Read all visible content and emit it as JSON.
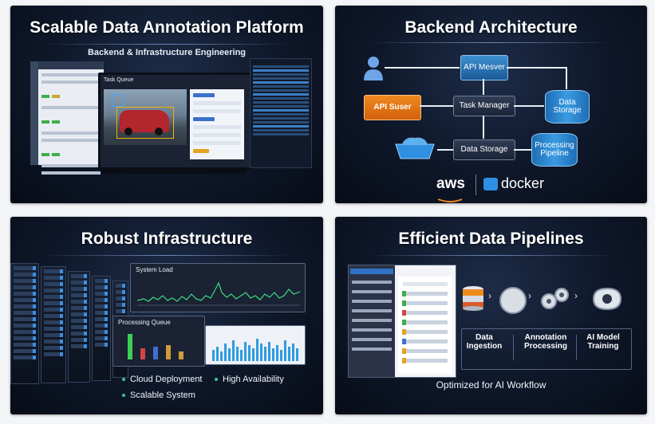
{
  "panels": {
    "p1": {
      "title": "Scalable Data Annotation Platform",
      "subtitle": "Backend & Infrastructure Engineering",
      "window_label": "Task Queue"
    },
    "p2": {
      "title": "Backend Architecture",
      "nodes": {
        "api_server_top": "API Mesver",
        "api_server_left": "API Suser",
        "task_manager": "Task Manager",
        "data_storage_db": "Data Storage",
        "data_storage": "Data Storage",
        "processing_pipeline": "Processing Pipeline"
      },
      "logos": {
        "aws": "aws",
        "docker": "docker"
      }
    },
    "p3": {
      "title": "Robust Infrastructure",
      "system_load_label": "System Load",
      "processing_queue_label": "Processing Queue",
      "features": [
        "Cloud Deployment",
        "High Availability",
        "Scalable System"
      ]
    },
    "p4": {
      "title": "Efficient Data Pipelines",
      "stages": [
        "Data Ingestion",
        "Annotation Processing",
        "AI Model Training"
      ],
      "footer": "Optimized for AI Workflow"
    }
  },
  "colors": {
    "panel_bg": "#0e1729",
    "accent_blue": "#2f73c4",
    "accent_orange": "#f08a1f",
    "chart_green": "#3ddc84"
  },
  "icons": [
    "user-icon",
    "database-icon",
    "cloud-icon",
    "gear-icon",
    "aws-logo",
    "docker-logo"
  ]
}
